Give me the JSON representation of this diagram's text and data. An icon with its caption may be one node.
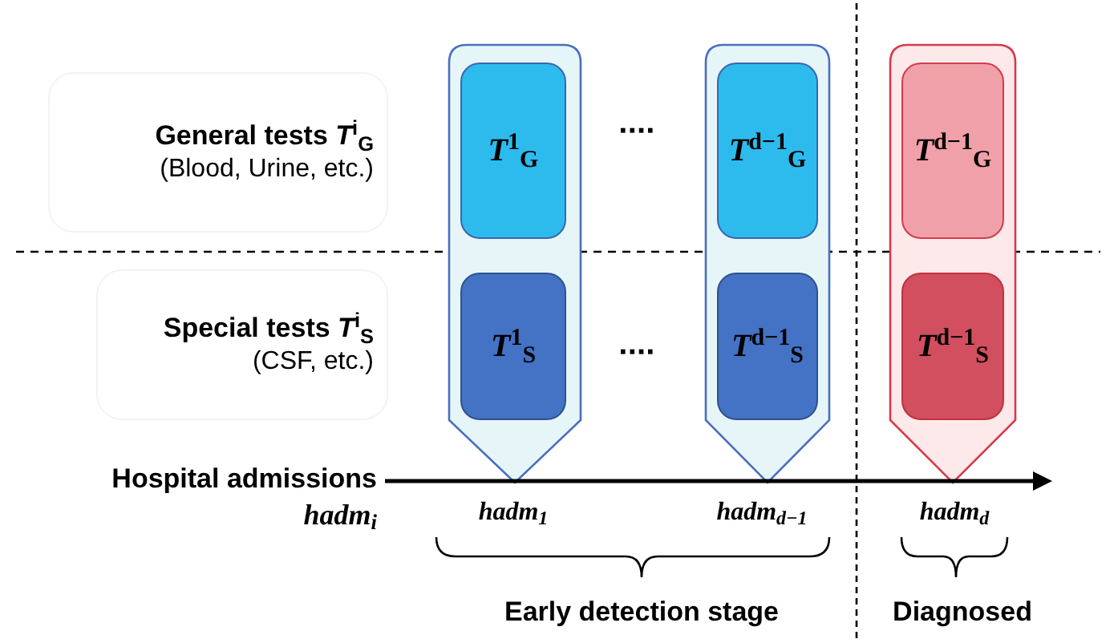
{
  "diagram": {
    "nodes": [
      {
        "text": [
          "General tests *T*$^{i}$$_{G}$",
          "(Blood, Urine, etc.)"
        ]
      },
      {
        "text": [
          "Special tests *T*$^{i}$$_{S}$",
          "(CSF, etc.)"
        ]
      },
      {
        "text": [],
        "shape": "pentagon"
      },
      {
        "text": [
          "*T*$^{1}$$_{G}$"
        ],
        "in": 2
      },
      {
        "text": [
          "*T*$^{1}$$_{S}$"
        ],
        "in": 2
      },
      {
        "text": [],
        "shape": "pentagon"
      },
      {
        "text": [
          "*T*$^{d−1}$$_{G}$"
        ],
        "in": 5
      },
      {
        "text": [
          "*T*$^{d−1}$$_{S}$"
        ],
        "in": 5
      },
      {
        "text": [],
        "shape": "pentagon"
      },
      {
        "text": [
          "*T*$^{d−1}$$_{G}$"
        ],
        "in": 8
      },
      {
        "text": [
          "*T*$^{d−1}$$_{S}$"
        ],
        "in": 8
      }
    ],
    "labels": [
      "····",
      "····",
      "Hospital admissions",
      "*hadm*$_{i}$",
      "*hadm*$_{1}$",
      "*hadm*$_{d−1}$",
      "*hadm*$_{d}$",
      "Early detection stage",
      "Diagnosed"
    ]
  }
}
